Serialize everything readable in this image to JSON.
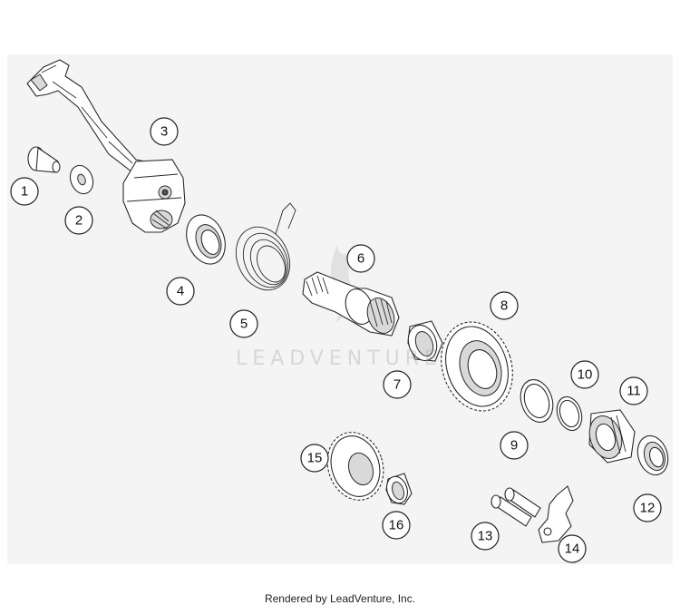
{
  "diagram": {
    "background": "#f4f4f4",
    "watermark_text": "LEADVENTURE",
    "callouts": [
      {
        "id": "callout-1",
        "label": "1"
      },
      {
        "id": "callout-2",
        "label": "2"
      },
      {
        "id": "callout-3",
        "label": "3"
      },
      {
        "id": "callout-4",
        "label": "4"
      },
      {
        "id": "callout-5",
        "label": "5"
      },
      {
        "id": "callout-6",
        "label": "6"
      },
      {
        "id": "callout-7",
        "label": "7"
      },
      {
        "id": "callout-8",
        "label": "8"
      },
      {
        "id": "callout-9",
        "label": "9"
      },
      {
        "id": "callout-10",
        "label": "10"
      },
      {
        "id": "callout-11",
        "label": "11"
      },
      {
        "id": "callout-12",
        "label": "12"
      },
      {
        "id": "callout-13",
        "label": "13"
      },
      {
        "id": "callout-14",
        "label": "14"
      },
      {
        "id": "callout-15",
        "label": "15"
      },
      {
        "id": "callout-16",
        "label": "16"
      }
    ]
  },
  "footer": {
    "text": "Rendered by LeadVenture, Inc."
  }
}
